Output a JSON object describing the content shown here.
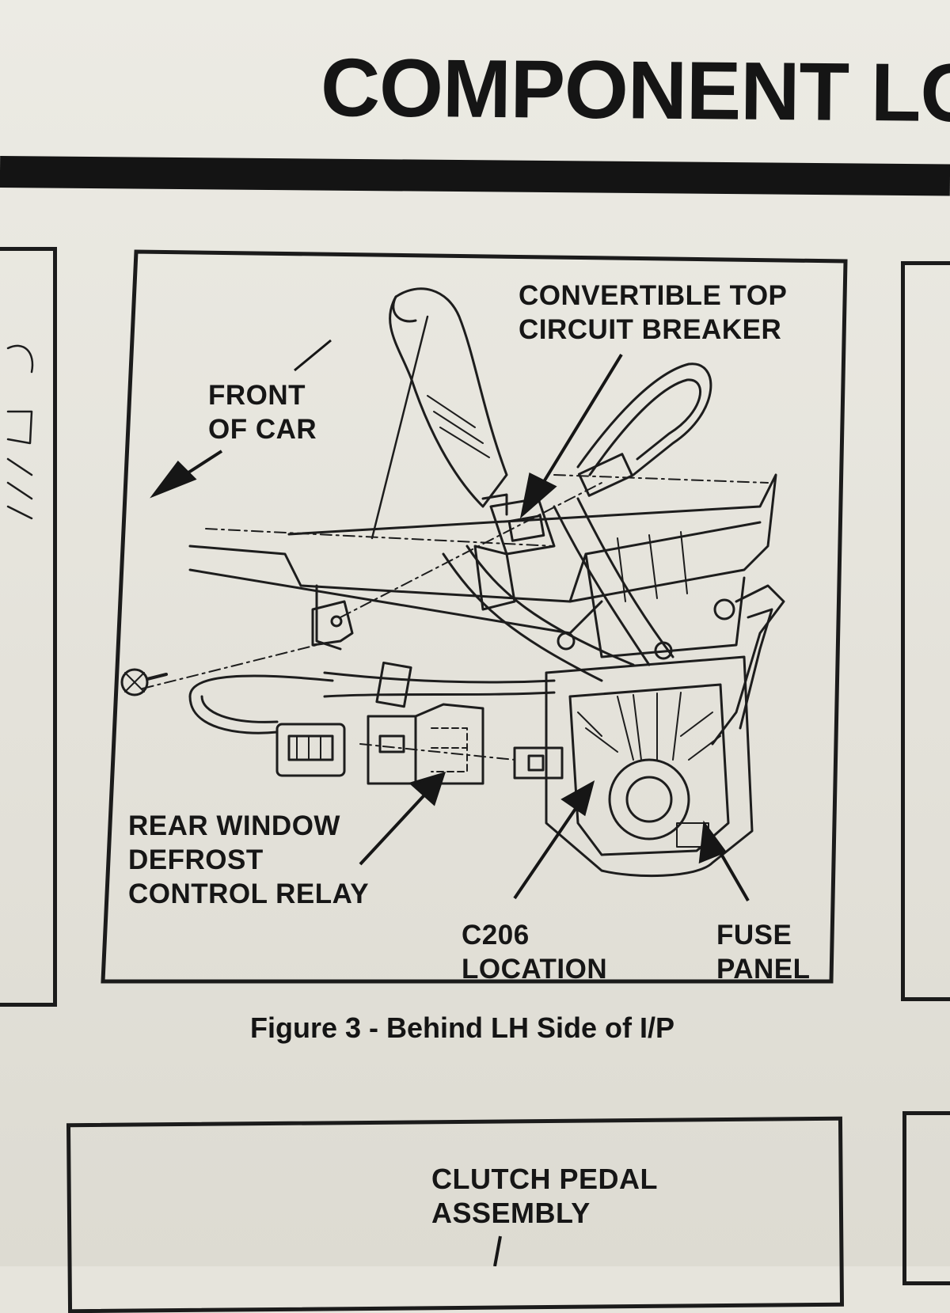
{
  "page": {
    "header_title": "COMPONENT LO",
    "colors": {
      "ink": "#161616",
      "paper": "#e6e4dc"
    }
  },
  "figure": {
    "caption": "Figure 3 - Behind LH Side of I/P",
    "labels": {
      "convertible_top_breaker": "CONVERTIBLE TOP\nCIRCUIT BREAKER",
      "front_of_car": "FRONT\nOF CAR",
      "rear_window_relay": "REAR WINDOW\nDEFROST\nCONTROL RELAY",
      "c206_location": "C206\nLOCATION",
      "fuse_panel": "FUSE\nPANEL"
    }
  },
  "next_figure": {
    "label": "CLUTCH PEDAL\nASSEMBLY"
  }
}
